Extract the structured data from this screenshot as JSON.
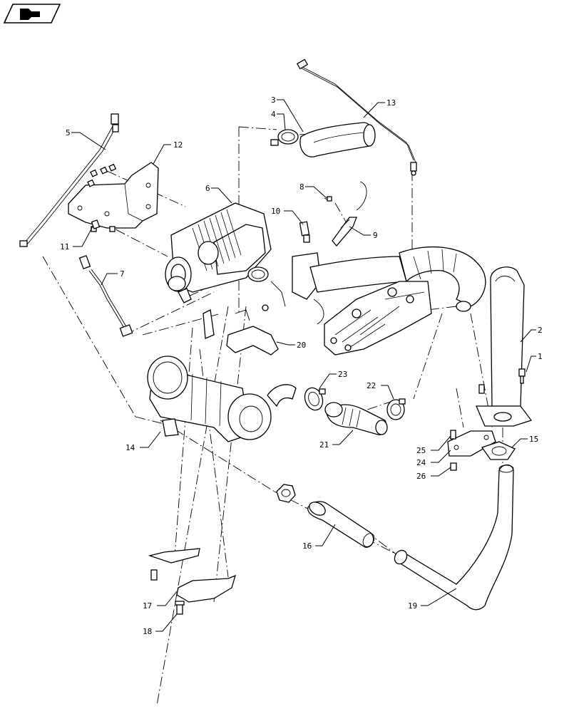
{
  "callouts": [
    {
      "id": "callout-1",
      "label": "1"
    },
    {
      "id": "callout-2",
      "label": "2"
    },
    {
      "id": "callout-3",
      "label": "3"
    },
    {
      "id": "callout-4",
      "label": "4"
    },
    {
      "id": "callout-5",
      "label": "5"
    },
    {
      "id": "callout-6",
      "label": "6"
    },
    {
      "id": "callout-7",
      "label": "7"
    },
    {
      "id": "callout-8",
      "label": "8"
    },
    {
      "id": "callout-9",
      "label": "9"
    },
    {
      "id": "callout-10",
      "label": "10"
    },
    {
      "id": "callout-11",
      "label": "11"
    },
    {
      "id": "callout-12",
      "label": "12"
    },
    {
      "id": "callout-13",
      "label": "13"
    },
    {
      "id": "callout-14",
      "label": "14"
    },
    {
      "id": "callout-15",
      "label": "15"
    },
    {
      "id": "callout-16",
      "label": "16"
    },
    {
      "id": "callout-17",
      "label": "17"
    },
    {
      "id": "callout-18",
      "label": "18"
    },
    {
      "id": "callout-19",
      "label": "19"
    },
    {
      "id": "callout-20",
      "label": "20"
    },
    {
      "id": "callout-21",
      "label": "21"
    },
    {
      "id": "callout-22",
      "label": "22"
    },
    {
      "id": "callout-23",
      "label": "23"
    },
    {
      "id": "callout-24",
      "label": "24"
    },
    {
      "id": "callout-25",
      "label": "25"
    },
    {
      "id": "callout-26",
      "label": "26"
    }
  ],
  "icons": {
    "logo": "book-page-icon"
  }
}
